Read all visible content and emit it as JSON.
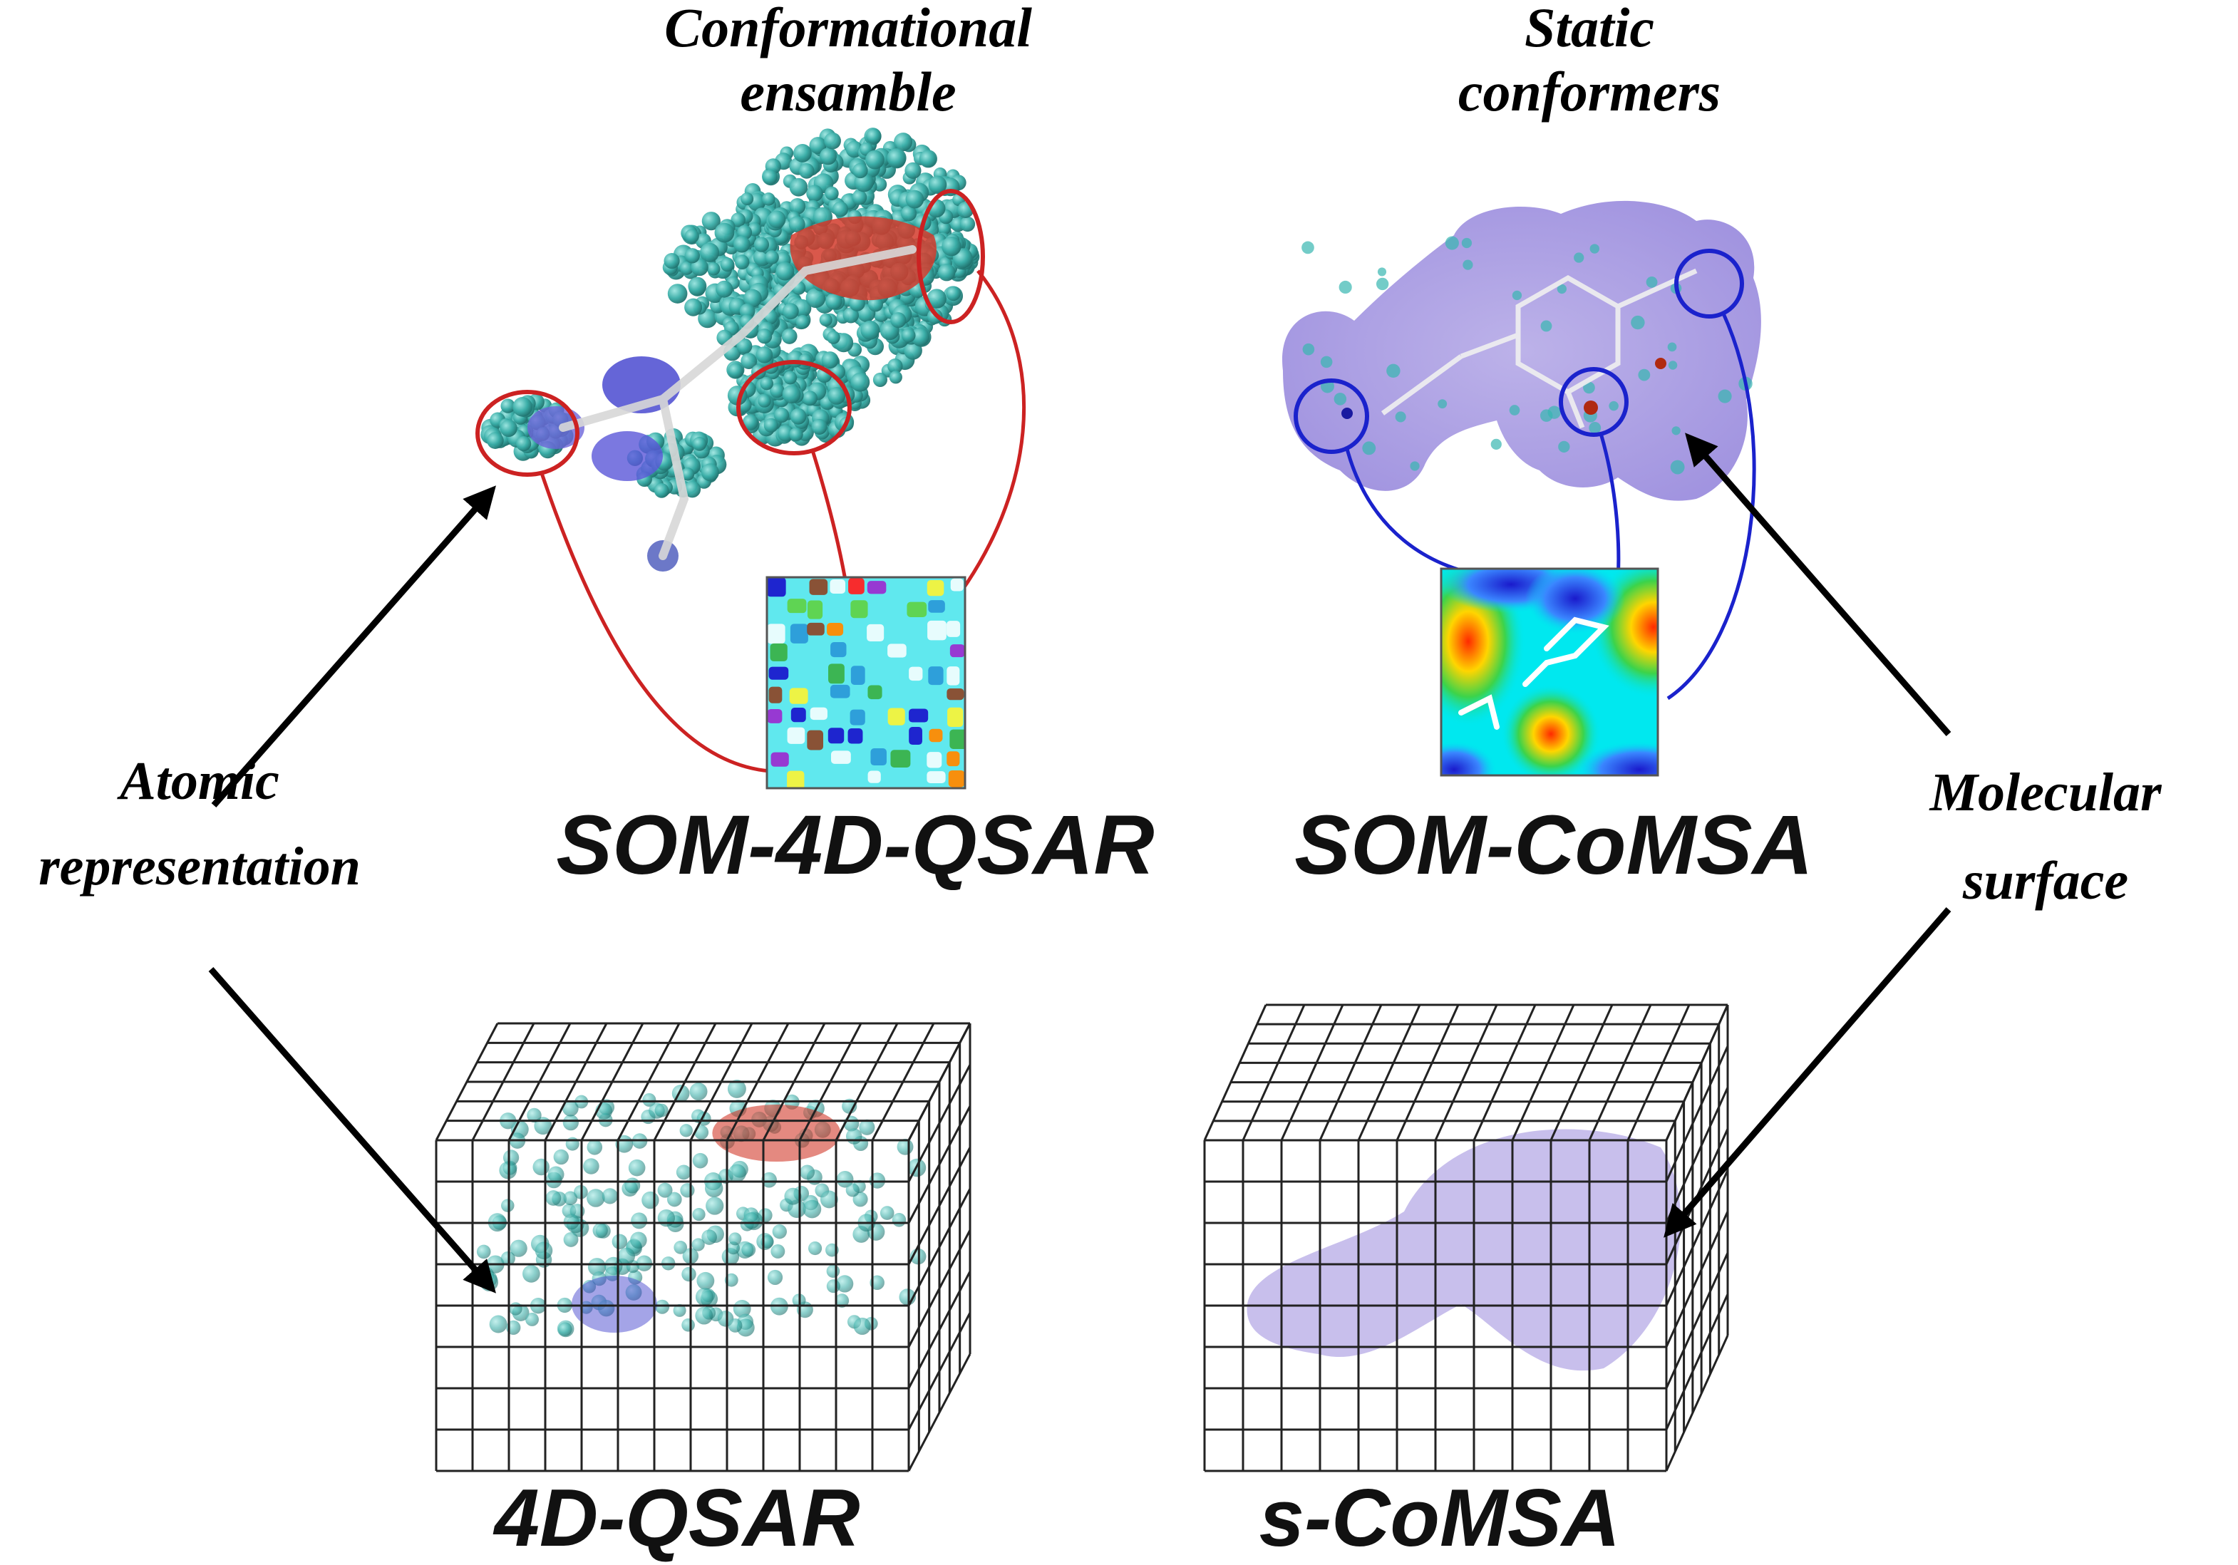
{
  "headings": {
    "conformational": [
      "Conformational",
      "ensamble"
    ],
    "static": [
      "Static",
      "conformers"
    ]
  },
  "method_labels": {
    "som4d": "SOM-4D-QSAR",
    "somcomsa": "SOM-CoMSA",
    "qsar4d": "4D-QSAR",
    "scomsa": "s-CoMSA"
  },
  "side_labels": {
    "atomic": [
      "Atomic",
      "representation"
    ],
    "molecular": [
      "Molecular",
      "surface"
    ]
  },
  "colors": {
    "teal": "#3aaea8",
    "red_highlight": "#cc2222",
    "blue_highlight": "#1a22cc",
    "surface": "#a99be0",
    "grid_line": "#222222"
  },
  "icons": {
    "conformational-ensemble": "molecule-ensemble-illustration",
    "static-conformer": "molecule-surface-illustration",
    "som-map": "self-organizing-map-image",
    "grid-box": "3d-lattice-box"
  }
}
